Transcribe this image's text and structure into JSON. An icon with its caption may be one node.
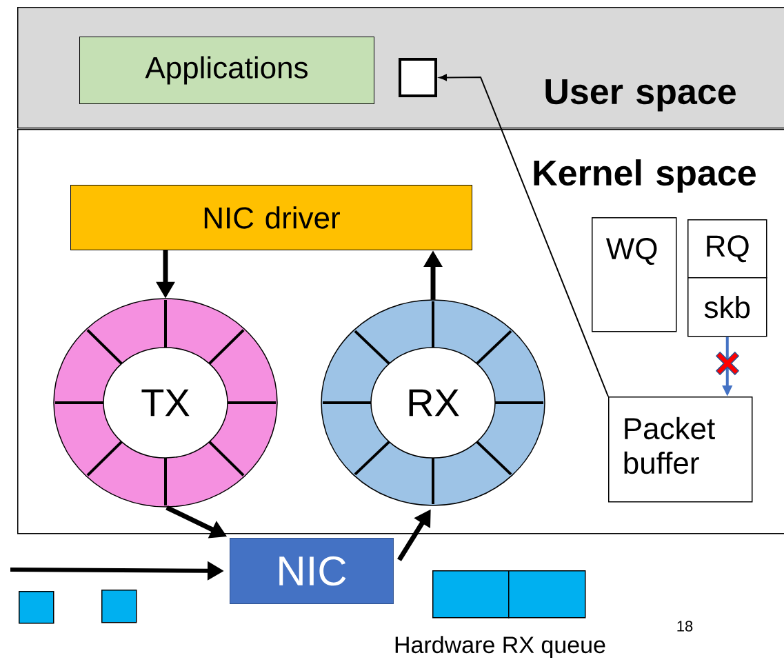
{
  "diagram": {
    "nodes": [
      {
        "text": [
          "User space"
        ]
      },
      {
        "text": [
          "Applications"
        ],
        "in": 0
      },
      {
        "text": [],
        "shape": "box",
        "in": 0
      },
      {
        "text": [
          "Kernel space"
        ]
      },
      {
        "text": [
          "NIC driver"
        ],
        "in": 3
      },
      {
        "text": [
          "TX"
        ],
        "in": 3
      },
      {
        "text": [
          "RX"
        ],
        "in": 3
      },
      {
        "text": [
          "WQ"
        ],
        "in": 3
      },
      {
        "text": [
          "RQ"
        ],
        "in": 3
      },
      {
        "text": [
          "skb"
        ],
        "in": 3
      },
      {
        "text": [
          "Packet buffer"
        ],
        "in": 3
      },
      {
        "text": [
          "NIC"
        ]
      },
      {
        "text": [],
        "shape": "box"
      },
      {
        "text": [],
        "shape": "box"
      },
      {
        "text": [],
        "shape": "box"
      },
      {
        "text": [],
        "shape": "box"
      }
    ],
    "edges": [
      {
        "from": 4,
        "to": 5,
        "arrow": "to"
      },
      {
        "from": 6,
        "to": 4,
        "arrow": "to"
      },
      {
        "from": 5,
        "to": 11,
        "arrow": "to"
      },
      {
        "from": 11,
        "to": 6,
        "arrow": "to"
      },
      {
        "from": null,
        "to": 11,
        "arrow": "to"
      },
      {
        "from": 10,
        "to": 2,
        "arrow": "to"
      },
      {
        "from": 9,
        "to": 10,
        "arrow": "to",
        "color": "#4472c4"
      }
    ],
    "labels": [
      "Hardware RX queue",
      "18"
    ]
  }
}
